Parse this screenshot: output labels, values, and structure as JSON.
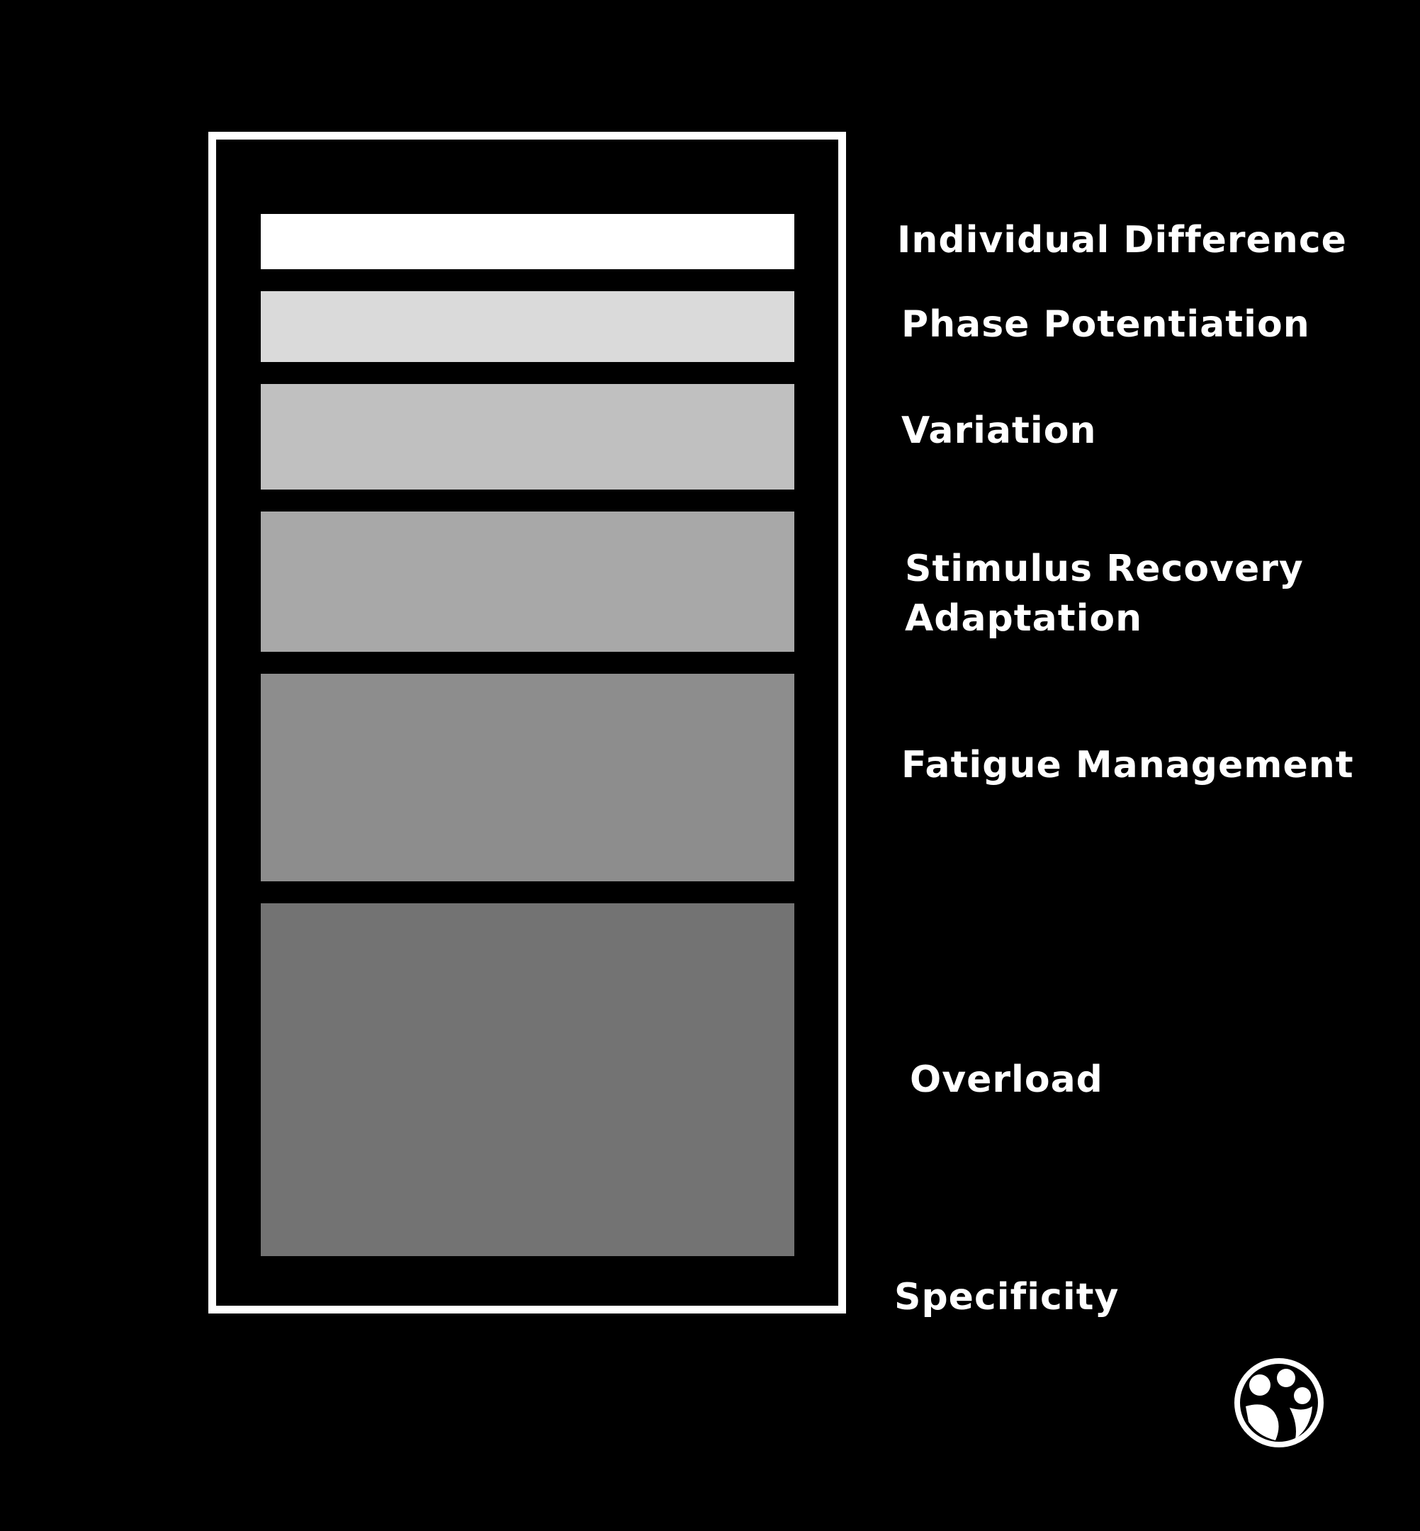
{
  "diagram": {
    "layers": [
      {
        "label": "Individual Difference",
        "color": "#ffffff"
      },
      {
        "label": "Phase Potentiation",
        "color": "#dadada"
      },
      {
        "label": "Variation",
        "color": "#c0c0c0"
      },
      {
        "label": "Stimulus Recovery\nAdaptation",
        "color": "#a8a8a8"
      },
      {
        "label": "Fatigue Management",
        "color": "#8d8d8d"
      },
      {
        "label": "Overload",
        "color": "#737373"
      }
    ],
    "container_label": "Specificity"
  },
  "colors": {
    "background": "#000000",
    "frame": "#ffffff",
    "text": "#ffffff"
  },
  "logo": {
    "icon": "brand-logo-icon"
  }
}
